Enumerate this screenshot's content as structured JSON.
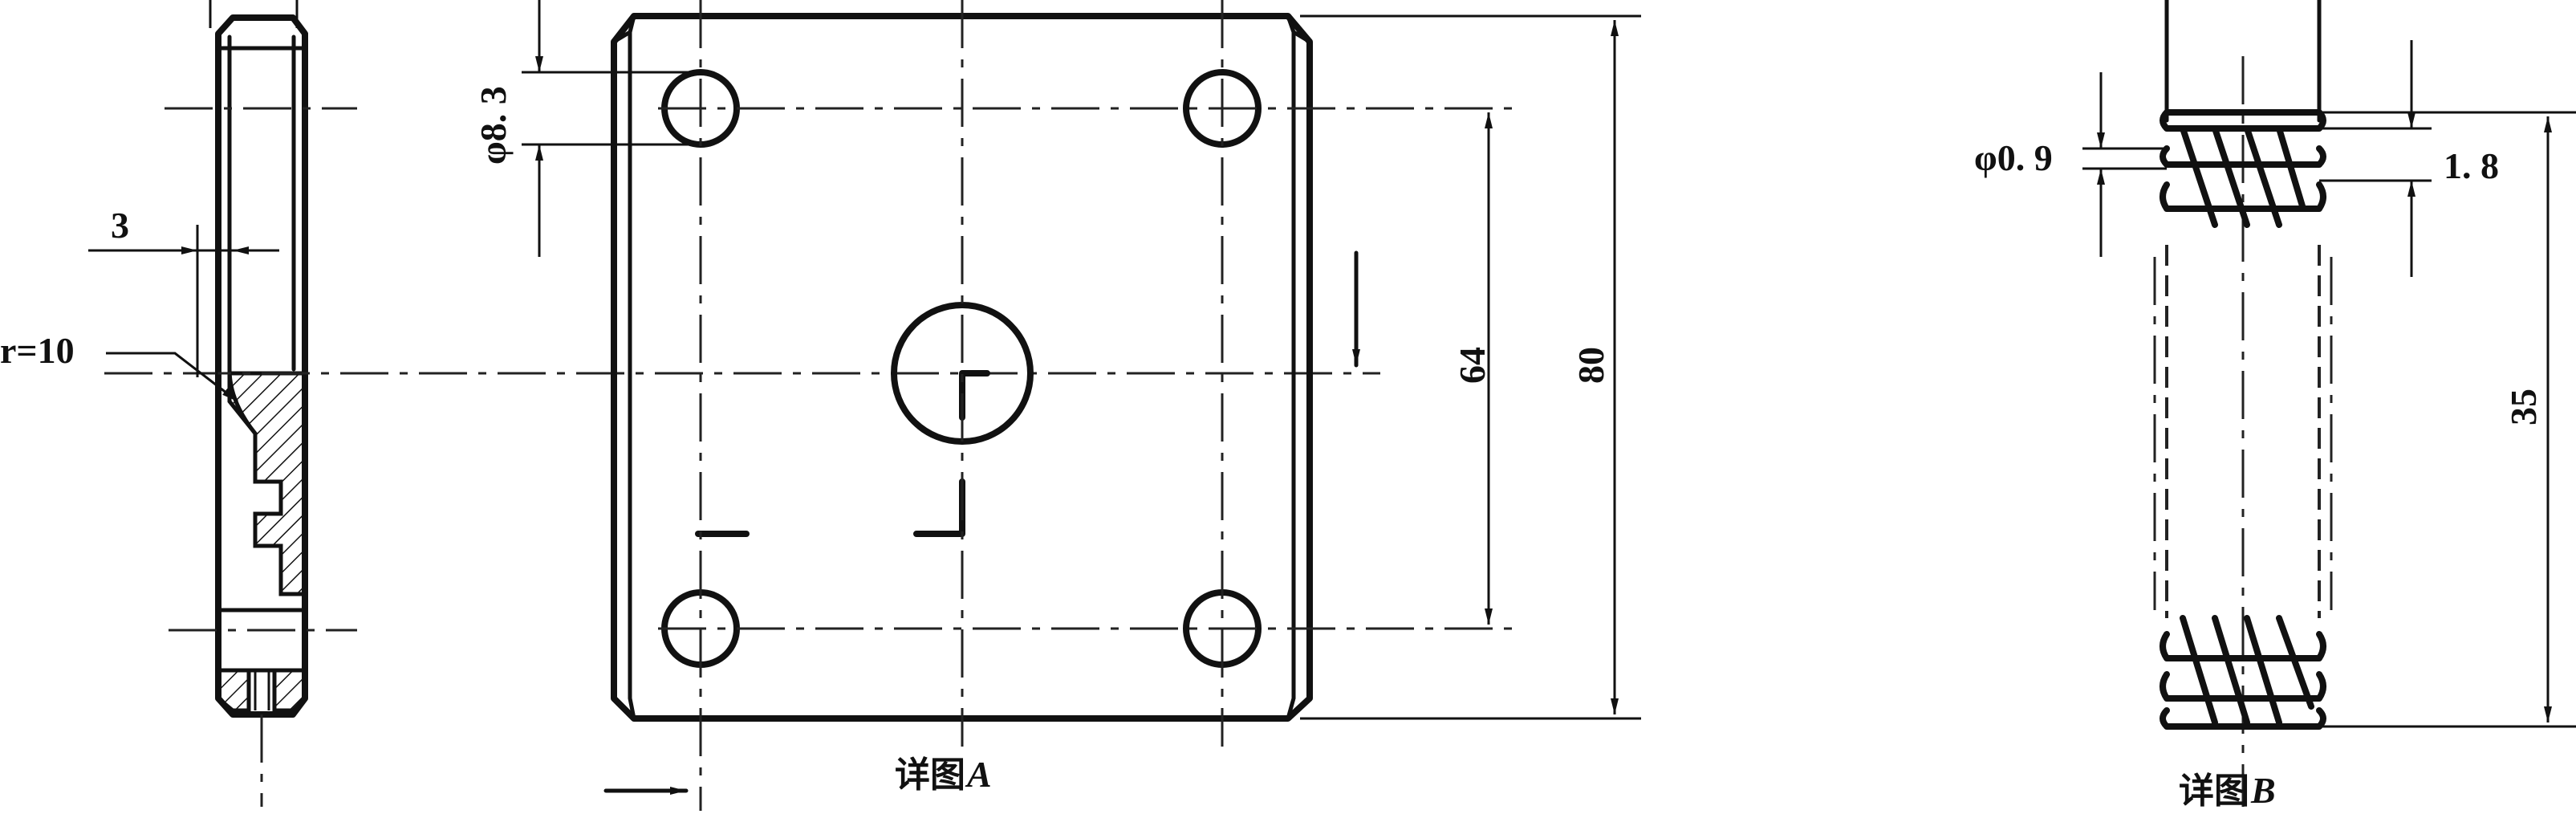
{
  "detail_a": {
    "caption_cn": "详图",
    "caption_letter": "A",
    "hole_dia_label": "φ8. 3",
    "inner_dim_label": "64",
    "outer_dim_label": "80"
  },
  "side_view": {
    "thickness_label": "3",
    "radius_label": "r=10"
  },
  "detail_b": {
    "caption_cn": "详图",
    "caption_letter": "B",
    "wire_dia_label": "φ0. 9",
    "pitch_label": "1. 8",
    "length_label": "35"
  }
}
